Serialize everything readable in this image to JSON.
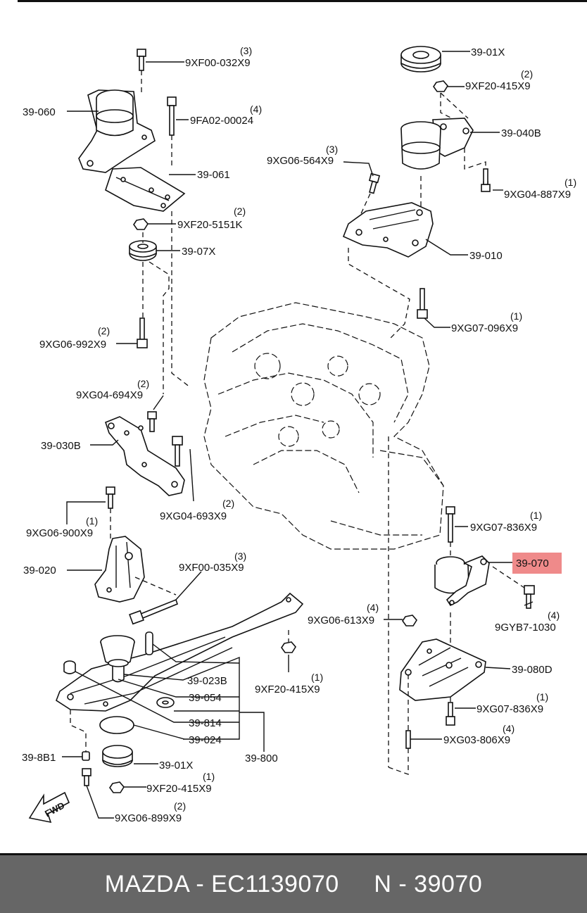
{
  "footer": {
    "text": "MAZDA - EC1139070     N - 39070"
  },
  "highlight": {
    "part": "39-070",
    "color": "#ef8a8a"
  },
  "callouts": [
    {
      "id": "c-39-060",
      "text": "39-060"
    },
    {
      "id": "c-9xf00-032x9",
      "text": "9XF00-032X9",
      "qty": "(3)"
    },
    {
      "id": "c-9fa02-00024",
      "text": "9FA02-00024",
      "qty": "(4)"
    },
    {
      "id": "c-39-061",
      "text": "39-061"
    },
    {
      "id": "c-9xf20-5151k",
      "text": "9XF20-5151K",
      "qty": "(2)"
    },
    {
      "id": "c-39-07x",
      "text": "39-07X"
    },
    {
      "id": "c-9xg06-992x9",
      "text": "9XG06-992X9",
      "qty": "(2)"
    },
    {
      "id": "c-9xg04-694x9",
      "text": "9XG04-694X9",
      "qty": "(2)"
    },
    {
      "id": "c-39-030b",
      "text": "39-030B"
    },
    {
      "id": "c-9xg04-693x9",
      "text": "9XG04-693X9",
      "qty": "(2)"
    },
    {
      "id": "c-9xg06-900x9",
      "text": "9XG06-900X9",
      "qty": "(1)"
    },
    {
      "id": "c-39-020",
      "text": "39-020"
    },
    {
      "id": "c-9xf00-035x9",
      "text": "9XF00-035X9",
      "qty": "(3)"
    },
    {
      "id": "c-39-01x-top",
      "text": "39-01X"
    },
    {
      "id": "c-9xf20-415x9-top",
      "text": "9XF20-415X9",
      "qty": "(2)"
    },
    {
      "id": "c-39-040b",
      "text": "39-040B"
    },
    {
      "id": "c-9xg06-564x9",
      "text": "9XG06-564X9",
      "qty": "(3)"
    },
    {
      "id": "c-9xg04-887x9",
      "text": "9XG04-887X9",
      "qty": "(1)"
    },
    {
      "id": "c-39-010",
      "text": "39-010"
    },
    {
      "id": "c-9xg07-096x9",
      "text": "9XG07-096X9",
      "qty": "(1)"
    },
    {
      "id": "c-9xg07-836x9-a",
      "text": "9XG07-836X9",
      "qty": "(1)"
    },
    {
      "id": "c-39-070",
      "text": "39-070"
    },
    {
      "id": "c-9gyb7-1030",
      "text": "9GYB7-1030",
      "qty": "(4)"
    },
    {
      "id": "c-9xg06-613x9",
      "text": "9XG06-613X9",
      "qty": "(4)"
    },
    {
      "id": "c-39-080d",
      "text": "39-080D"
    },
    {
      "id": "c-9xg07-836x9-b",
      "text": "9XG07-836X9",
      "qty": "(1)"
    },
    {
      "id": "c-9xg03-806x9",
      "text": "9XG03-806X9",
      "qty": "(4)"
    },
    {
      "id": "c-39-023b",
      "text": "39-023B"
    },
    {
      "id": "c-39-054",
      "text": "39-054"
    },
    {
      "id": "c-39-814",
      "text": "39-814"
    },
    {
      "id": "c-39-024",
      "text": "39-024"
    },
    {
      "id": "c-39-800",
      "text": "39-800"
    },
    {
      "id": "c-9xf20-415x9-mid",
      "text": "9XF20-415X9",
      "qty": "(1)"
    },
    {
      "id": "c-39-8b1",
      "text": "39-8B1"
    },
    {
      "id": "c-39-01x-bot",
      "text": "39-01X"
    },
    {
      "id": "c-9xf20-415x9-bot",
      "text": "9XF20-415X9",
      "qty": "(1)"
    },
    {
      "id": "c-9xg06-899x9",
      "text": "9XG06-899X9",
      "qty": "(2)"
    }
  ],
  "fwd_label": "FWD"
}
